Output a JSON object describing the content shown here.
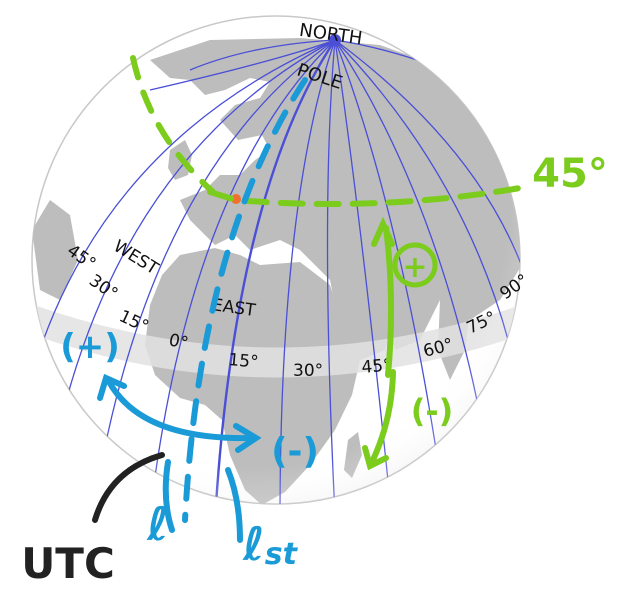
{
  "globe": {
    "north_pole_line1": "NORTH",
    "north_pole_line2": "POLE",
    "west_label": "WEST",
    "east_label": "EAST",
    "longitudes": [
      "45°",
      "30°",
      "15°",
      "0°",
      "15°",
      "30°",
      "45°",
      "60°",
      "75°",
      "90°"
    ]
  },
  "annotations": {
    "latitude_label": "45°",
    "green_plus": "+",
    "green_minus": "(-)",
    "blue_plus": "(+)",
    "blue_minus": "(-)",
    "lambda_label": "ℓ",
    "lambda_st_main": "ℓ",
    "lambda_st_sub": "st",
    "utc_label": "UTC"
  },
  "colors": {
    "ocean": "#ffffff",
    "land": "#bdbdbd",
    "meridian": "#4a4fd6",
    "equator_band": "#e2e2e2",
    "green_ink": "#7ccc1e",
    "blue_ink": "#1a9bd7",
    "black_ink": "#222222",
    "marker": "#f07030"
  }
}
